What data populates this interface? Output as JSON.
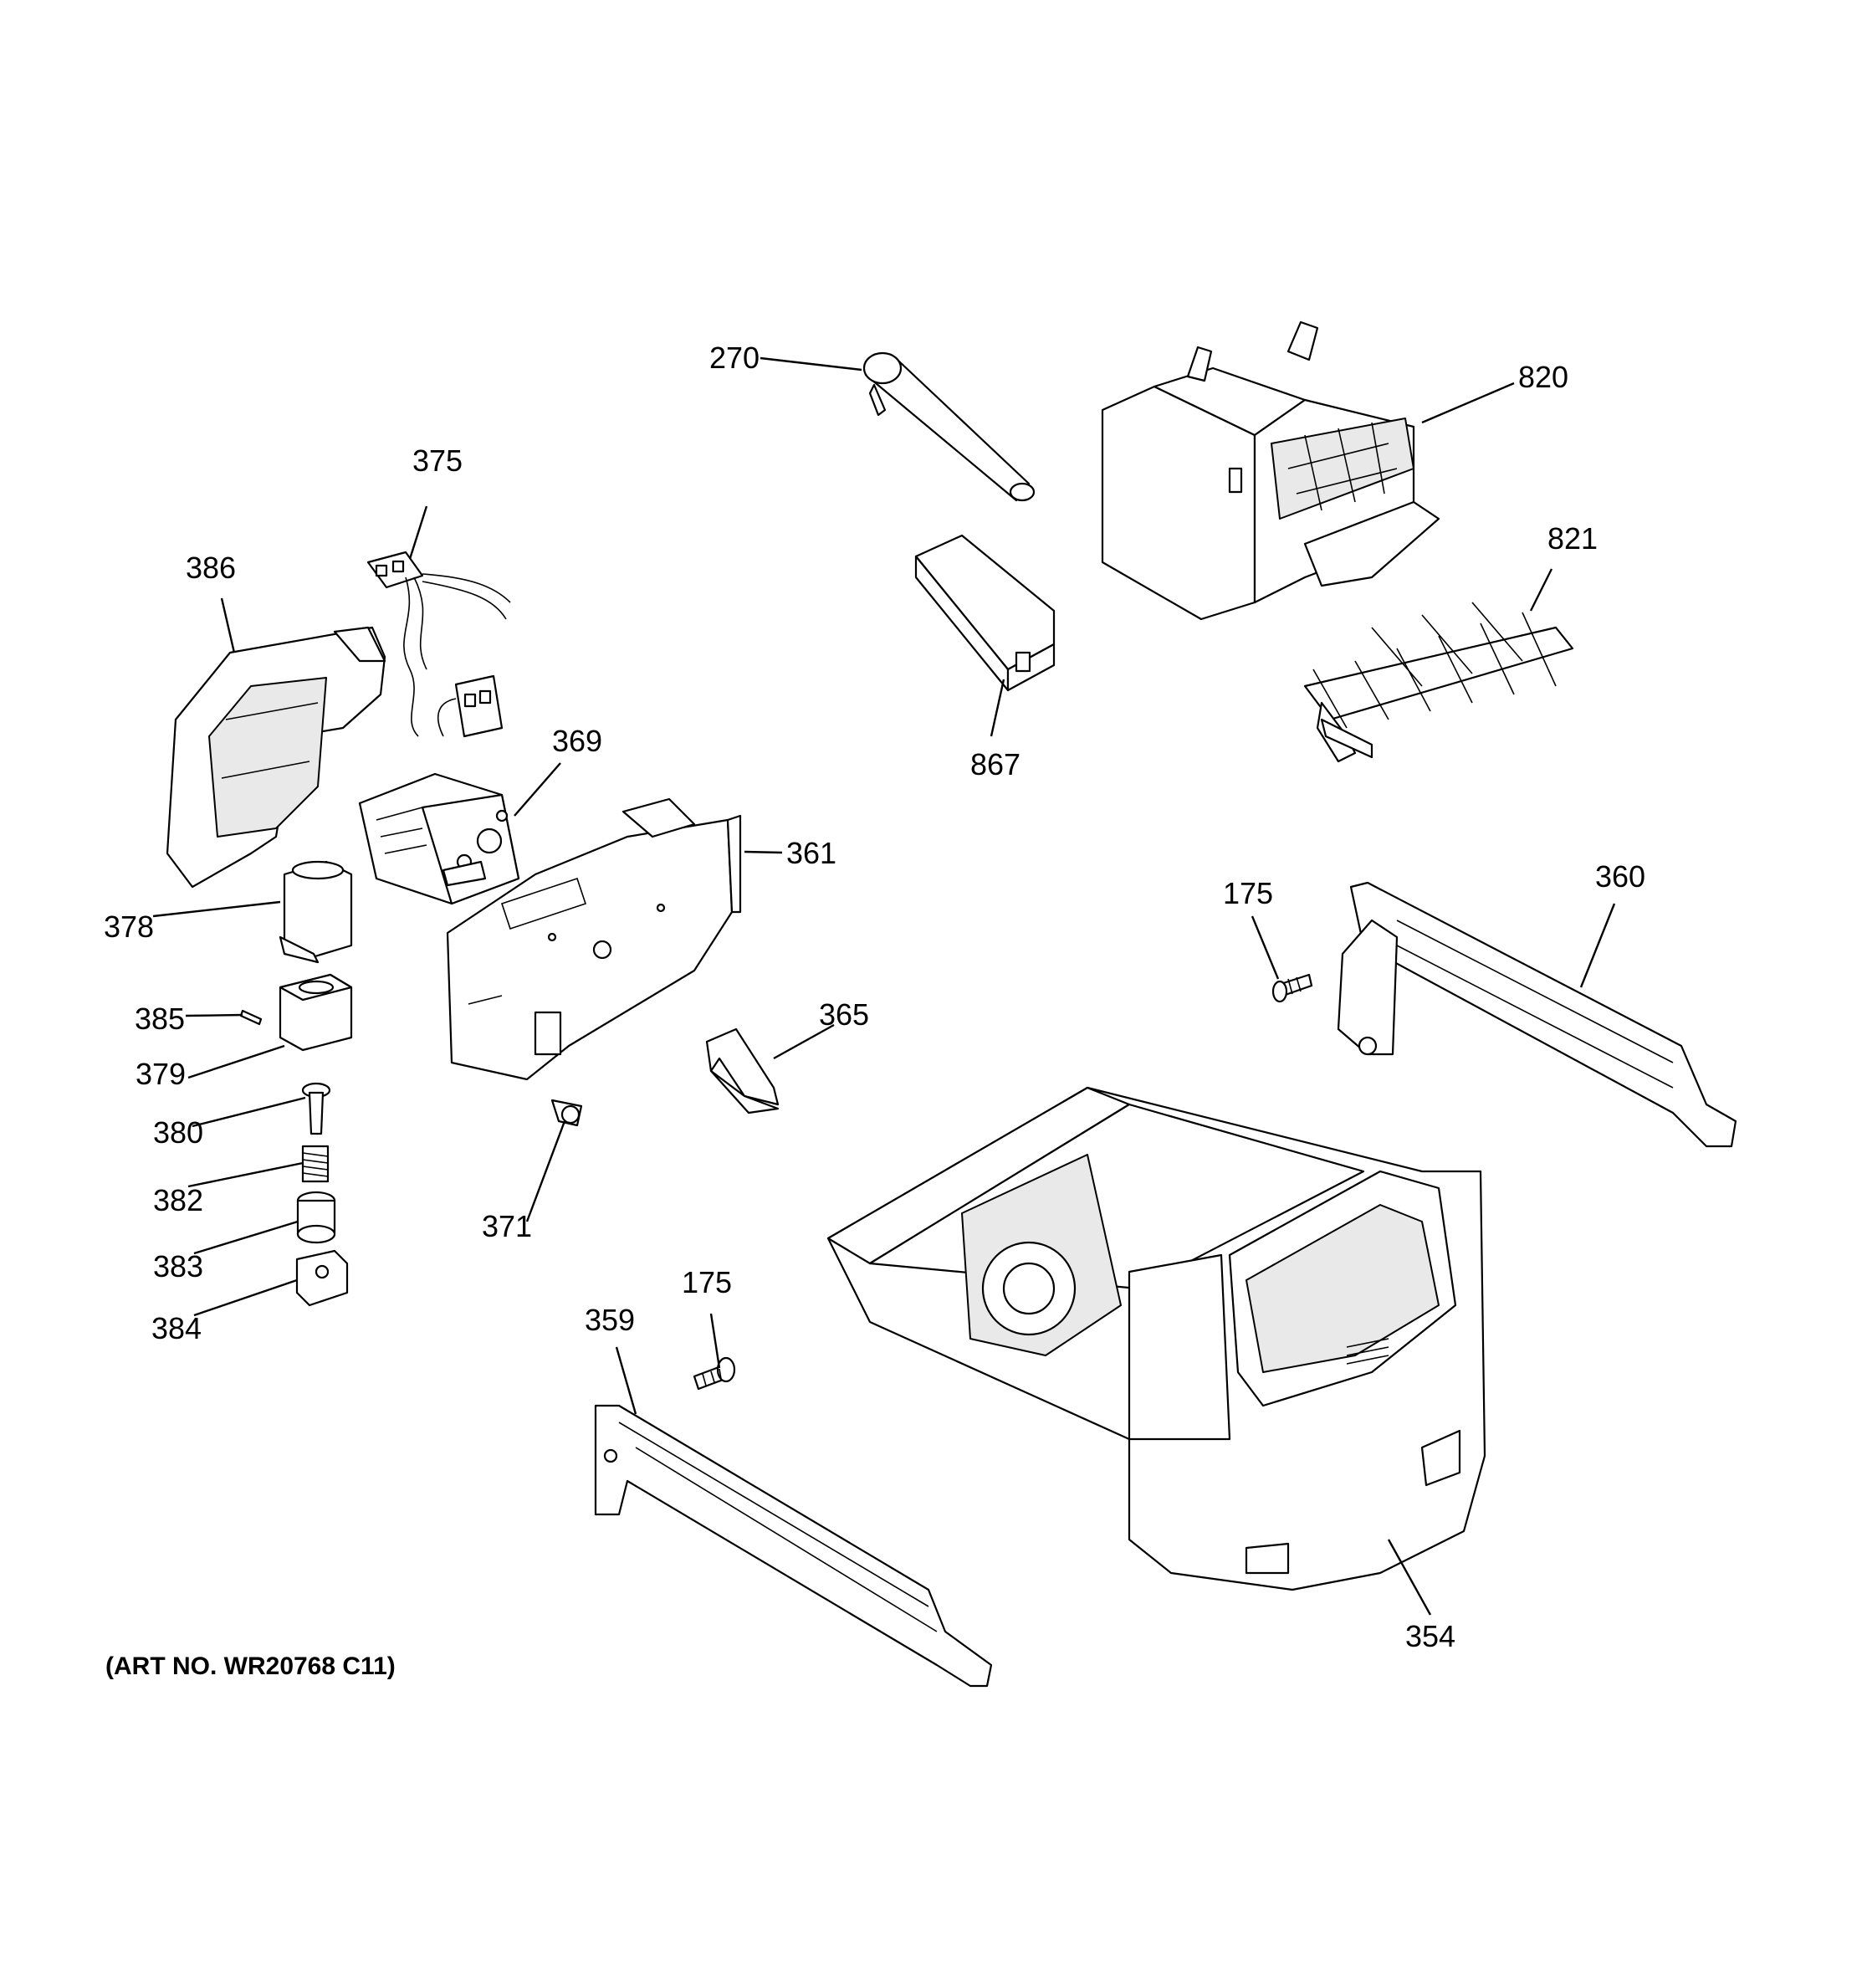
{
  "art_number": "(ART NO. WR20768 C11)",
  "callouts": {
    "c270": "270",
    "c820": "820",
    "c375": "375",
    "c386": "386",
    "c821": "821",
    "c867": "867",
    "c369": "369",
    "c361": "361",
    "c378": "378",
    "c175a": "175",
    "c360": "360",
    "c385": "385",
    "c365": "365",
    "c379": "379",
    "c380": "380",
    "c382": "382",
    "c371": "371",
    "c383": "383",
    "c175b": "175",
    "c384": "384",
    "c359": "359",
    "c354": "354"
  }
}
